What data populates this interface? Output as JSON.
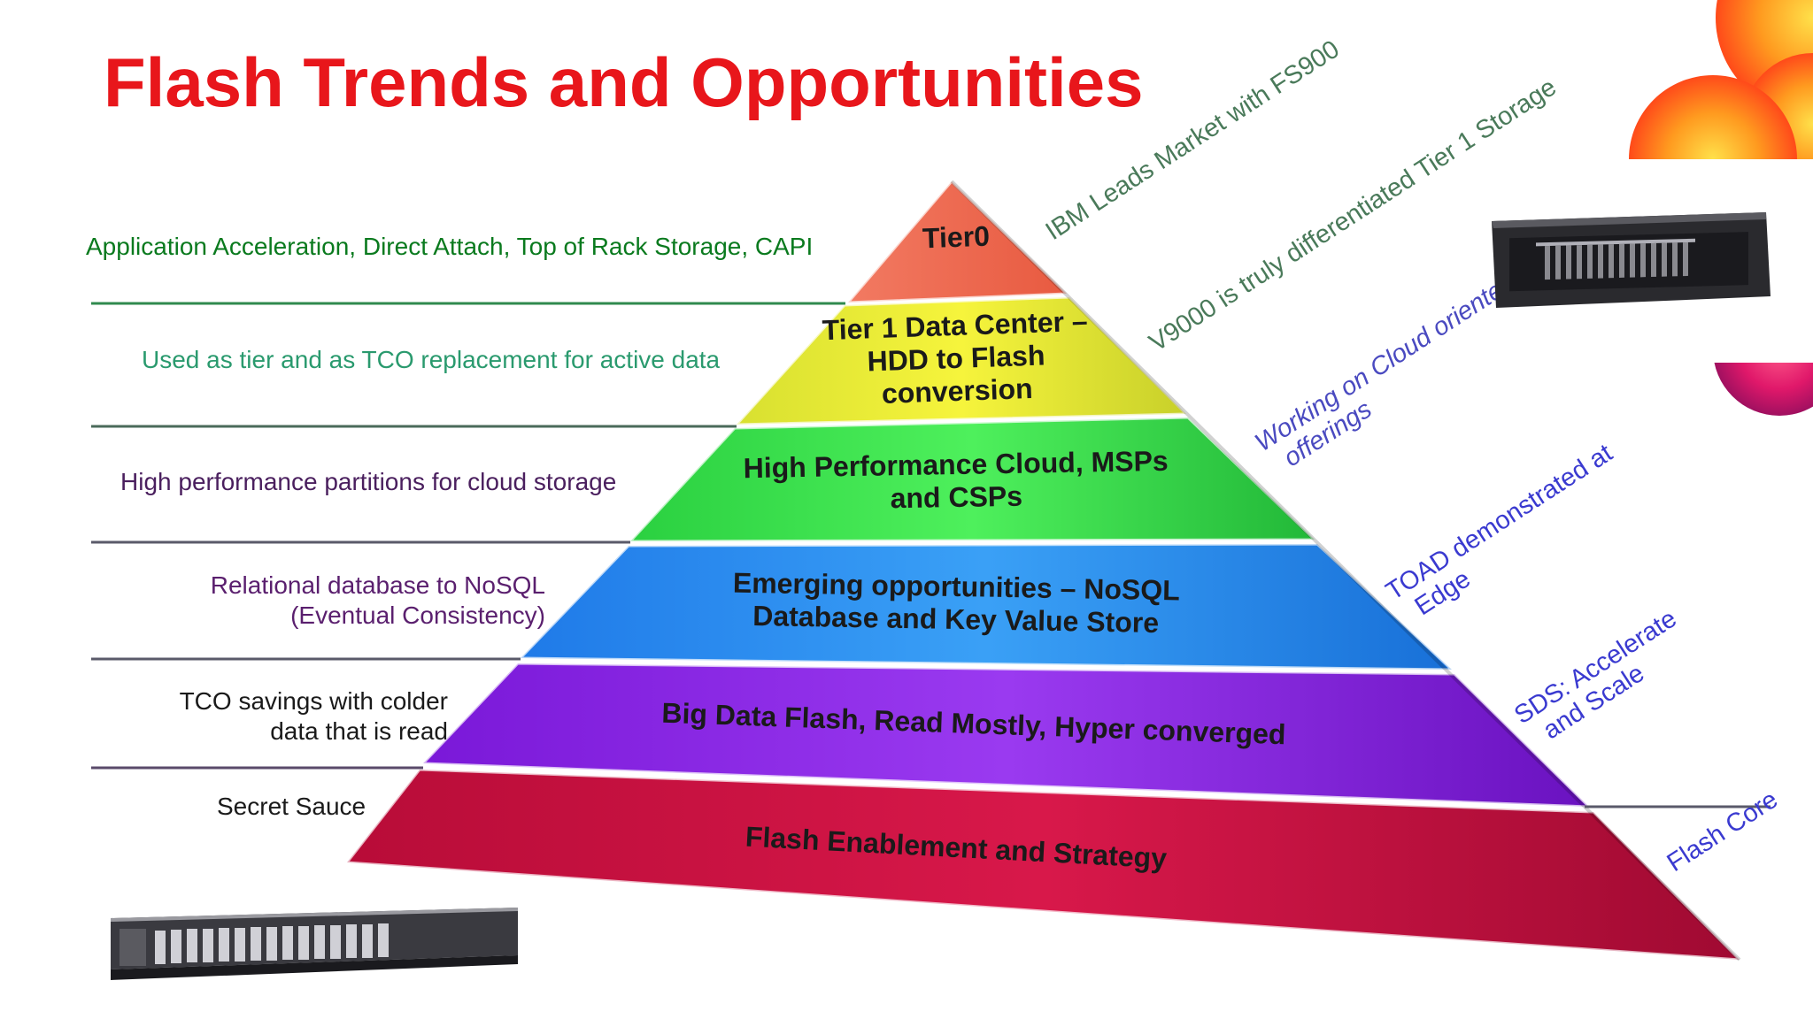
{
  "title": "Flash Trends and Opportunities",
  "colors": {
    "title": "#e8161b",
    "tier0": "#f07a60",
    "tier1": "#f2f03a",
    "cloud": "#38e04c",
    "emerging": "#2f8ef0",
    "bigdata": "#8a2be2",
    "enablement": "#c8103e"
  },
  "tiers": [
    {
      "lines": [
        "Tier0"
      ]
    },
    {
      "lines": [
        "Tier 1 Data Center –",
        "HDD to Flash",
        "conversion"
      ]
    },
    {
      "lines": [
        "High Performance Cloud, MSPs",
        "and CSPs"
      ]
    },
    {
      "lines": [
        "Emerging opportunities – NoSQL",
        "Database and Key Value Store"
      ]
    },
    {
      "lines": [
        "Big Data Flash, Read Mostly, Hyper converged"
      ]
    },
    {
      "lines": [
        "Flash Enablement and Strategy"
      ]
    }
  ],
  "left_labels": [
    {
      "lines": [
        "Application Acceleration, Direct Attach, Top of Rack Storage, CAPI"
      ],
      "color": "#0a7a1e"
    },
    {
      "lines": [
        "Used as tier and as TCO replacement for active data"
      ],
      "color": "#2a9a6e"
    },
    {
      "lines": [
        "High performance partitions for cloud storage"
      ],
      "color": "#4a1f5e"
    },
    {
      "lines": [
        "Relational database to NoSQL",
        "(Eventual Consistency)"
      ],
      "color": "#5a1f6e"
    },
    {
      "lines": [
        "TCO savings with colder",
        "data that is read"
      ],
      "color": "#1a1a1a"
    },
    {
      "lines": [
        "Secret Sauce"
      ],
      "color": "#1a1a1a"
    }
  ],
  "right_labels": [
    {
      "lines": [
        "IBM Leads Market with FS900"
      ],
      "color": "#4a7a5a"
    },
    {
      "lines": [
        "V9000 is truly differentiated Tier 1 Storage"
      ],
      "color": "#4a7a5a"
    },
    {
      "lines": [
        "Working on Cloud oriented",
        "offerings"
      ],
      "color": "#4a4ac0"
    },
    {
      "lines": [
        "TOAD demonstrated at",
        "Edge"
      ],
      "color": "#3a3ad0"
    },
    {
      "lines": [
        "SDS: Accelerate",
        "and Scale"
      ],
      "color": "#3a3ad0"
    },
    {
      "lines": [
        "Flash Core"
      ],
      "color": "#3a3ad0"
    }
  ],
  "icons": {
    "server_top": "storage-enclosure-icon",
    "server_bottom": "flash-system-icon",
    "corner": "decorative-corner-graphic"
  }
}
